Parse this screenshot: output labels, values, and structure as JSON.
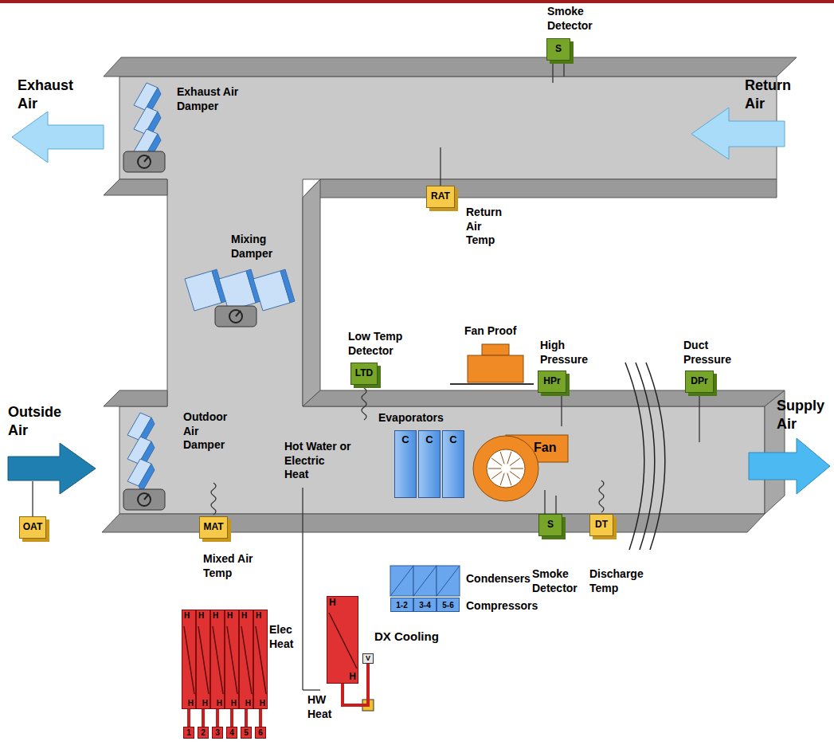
{
  "diagram": {
    "nodes": [
      {
        "text": [
          "S"
        ]
      },
      {
        "text": [
          "RAT"
        ]
      },
      {
        "text": [
          "OAT"
        ]
      },
      {
        "text": [
          "MAT"
        ]
      },
      {
        "text": [
          "LTD"
        ]
      },
      {
        "text": [
          "HPr"
        ]
      },
      {
        "text": [
          "DPr"
        ]
      },
      {
        "text": [
          "S"
        ]
      },
      {
        "text": [
          "DT"
        ]
      },
      {
        "text": [
          "Fan"
        ]
      },
      {
        "text": [
          "C"
        ]
      },
      {
        "text": [
          "C"
        ]
      },
      {
        "text": [
          "C"
        ]
      },
      {
        "text": [
          "1-2"
        ]
      },
      {
        "text": [
          "3-4"
        ]
      },
      {
        "text": [
          "5-6"
        ]
      },
      {
        "text": [
          "H",
          "H"
        ]
      },
      {
        "text": [
          "H",
          "H"
        ]
      },
      {
        "text": [
          "H",
          "H"
        ]
      },
      {
        "text": [
          "H",
          "H"
        ]
      },
      {
        "text": [
          "H",
          "H"
        ]
      },
      {
        "text": [
          "H",
          "H"
        ]
      },
      {
        "text": [
          "1"
        ]
      },
      {
        "text": [
          "2"
        ]
      },
      {
        "text": [
          "3"
        ]
      },
      {
        "text": [
          "4"
        ]
      },
      {
        "text": [
          "5"
        ]
      },
      {
        "text": [
          "6"
        ]
      },
      {
        "text": [
          "H",
          "H"
        ]
      },
      {
        "text": [
          "V"
        ]
      }
    ],
    "edges": [
      {
        "from": 16,
        "to": 22,
        "arrow": "none"
      },
      {
        "from": 17,
        "to": 23,
        "arrow": "none"
      },
      {
        "from": 18,
        "to": 24,
        "arrow": "none"
      },
      {
        "from": 19,
        "to": 25,
        "arrow": "none"
      },
      {
        "from": 20,
        "to": 26,
        "arrow": "none"
      },
      {
        "from": 21,
        "to": 27,
        "arrow": "none"
      },
      {
        "from": 28,
        "to": 29,
        "arrow": "none"
      }
    ],
    "labels": [
      "Exhaust Air",
      "Exhaust Air Damper",
      "Return Air",
      "Smoke Detector",
      "Return Air Temp",
      "Mixing Damper",
      "Outside Air",
      "Outdoor Air Damper",
      "Hot Water or Electric Heat",
      "Low Temp Detector",
      "Evaporators",
      "Fan Proof",
      "High Pressure",
      "Duct Pressure",
      "Supply Air",
      "Mixed Air Temp",
      "Smoke Detector",
      "Discharge Temp",
      "Condensers",
      "Compressors",
      "DX Cooling",
      "Elec Heat",
      "HW Heat"
    ]
  }
}
